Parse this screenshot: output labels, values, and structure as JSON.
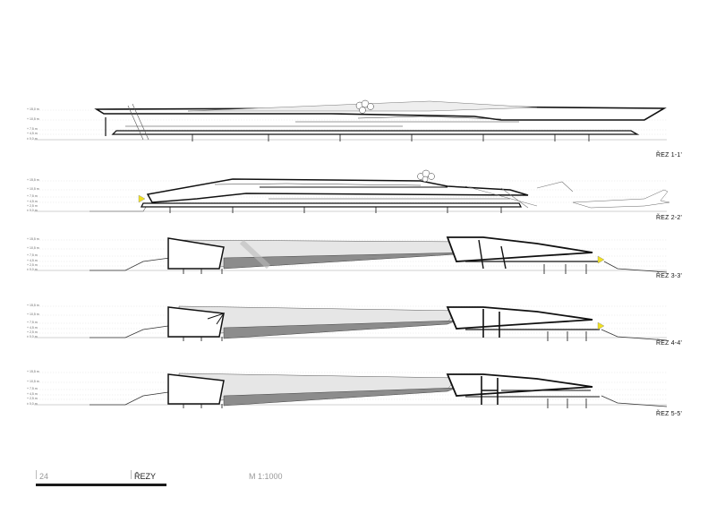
{
  "sections": [
    {
      "id": "1",
      "label": "ŘEZ 1-1'",
      "levels": [
        "+ 15,0 m",
        "+ 10,5 m",
        "+ 7,5 m",
        "+ 4,5 m",
        "± 0,0 m"
      ]
    },
    {
      "id": "2",
      "label": "ŘEZ 2-2'",
      "levels": [
        "+ 15,5 m",
        "+ 10,5 m",
        "+ 7,5 m",
        "+ 4,5 m",
        "+ 2,5 m",
        "± 0,0 m"
      ]
    },
    {
      "id": "3",
      "label": "ŘEZ 3-3'",
      "levels": [
        "+ 15,5 m",
        "+ 10,5 m",
        "+ 7,5 m",
        "+ 4,5 m",
        "+ 2,5 m",
        "± 0,0 m"
      ]
    },
    {
      "id": "4",
      "label": "ŘEZ 4-4'",
      "levels": [
        "+ 15,5 m",
        "+ 10,5 m",
        "+ 7,5 m",
        "+ 4,5 m",
        "+ 2,5 m",
        "± 0,0 m"
      ]
    },
    {
      "id": "5",
      "label": "ŘEZ 5-5'",
      "levels": [
        "+ 15,5 m",
        "+ 10,5 m",
        "+ 7,5 m",
        "+ 4,5 m",
        "+ 2,5 m",
        "± 0,0 m"
      ]
    }
  ],
  "footer": {
    "page": "24",
    "title": "ŘEZY",
    "scale": "M 1:1000"
  },
  "colors": {
    "line": "#111111",
    "fill_dark": "#8c8c8c",
    "fill_mid": "#c4c4c4",
    "fill_light": "#e6e6e6",
    "marker": "#f0e020"
  }
}
